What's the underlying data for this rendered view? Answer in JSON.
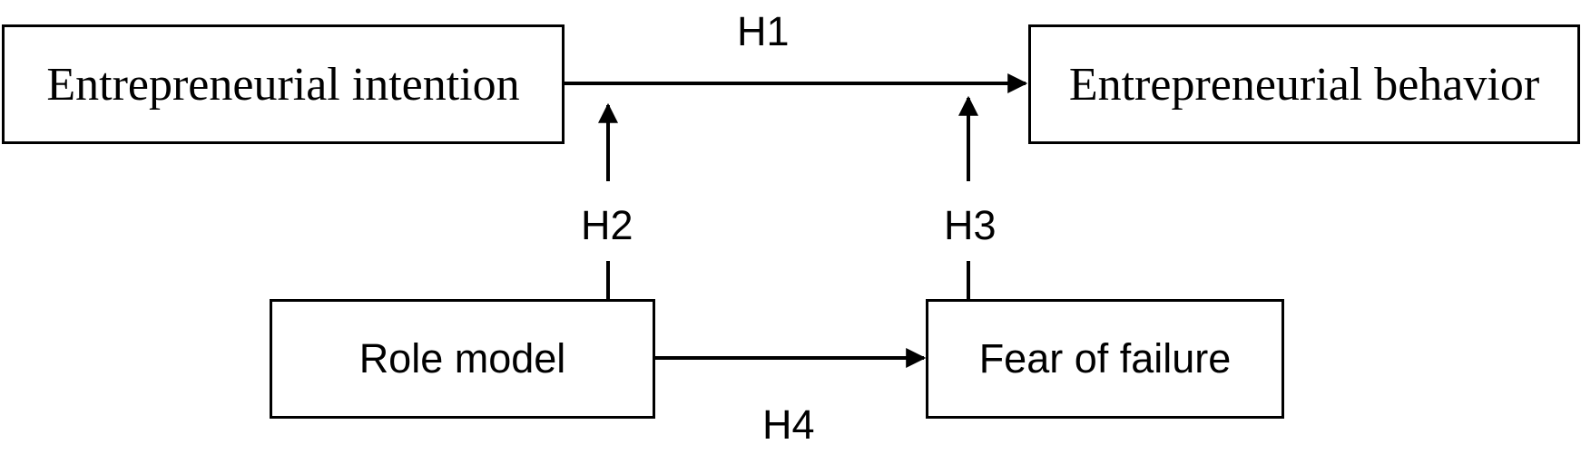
{
  "boxes": {
    "intention": "Entrepreneurial intention",
    "behavior": "Entrepreneurial behavior",
    "role_model": "Role model",
    "fear": "Fear of failure"
  },
  "hypotheses": {
    "h1": "H1",
    "h2": "H2",
    "h3": "H3",
    "h4": "H4"
  }
}
